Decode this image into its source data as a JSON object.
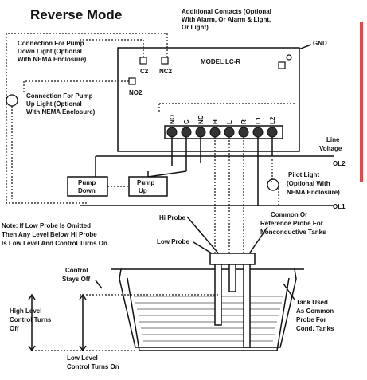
{
  "title": "Reverse Mode",
  "notes": {
    "additional_contacts": [
      "Additional Contacts (Optional",
      "With Alarm, Or Alarm & Light,",
      "Or Light)"
    ],
    "pump_down_light": [
      "Connection For Pump",
      "Down Light (Optional",
      "With NEMA Enclosure)"
    ],
    "pump_up_light": [
      "Connection For Pump",
      "Up Light (Optional",
      "With NEMA Enclosure)"
    ],
    "pilot_light": [
      "Pilot Light",
      "(Optional With",
      "NEMA Enclosure)"
    ],
    "probe_note": [
      "Note: If Low Probe Is Omitted",
      "Then Any Level Below Hi Probe",
      "Is Low Level And Control Turns On."
    ],
    "common_probe": [
      "Common Or",
      "Reference Probe For",
      "Nonconductive Tanks"
    ],
    "tank_common": [
      "Tank Used",
      "As Common",
      "Probe For",
      "Cond. Tanks"
    ]
  },
  "labels": {
    "gnd": "GND",
    "model": "MODEL LC-R",
    "c2": "C2",
    "nc2": "NC2",
    "no2": "NO2",
    "line_voltage": [
      "Line",
      "Voltage"
    ],
    "ol2": "OL2",
    "ol1": "OL1",
    "pump_down": [
      "Pump",
      "Down"
    ],
    "pump_up": [
      "Pump",
      "Up"
    ],
    "hi_probe": "Hi Probe",
    "low_probe": "Low Probe",
    "control_stays_off": [
      "Control",
      "Stays Off"
    ],
    "high_level": [
      "High Level",
      "Control Turns",
      "Off"
    ],
    "low_level": [
      "Low Level",
      "Control Turns On"
    ],
    "terminals": [
      "NO",
      "C",
      "NC",
      "H",
      "L",
      "R",
      "L1",
      "L2"
    ]
  }
}
